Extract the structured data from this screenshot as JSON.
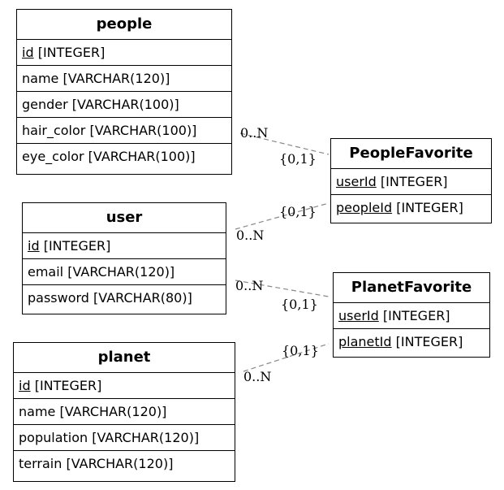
{
  "entities": {
    "people": {
      "title": "people",
      "attributes": [
        {
          "name": "id",
          "type": " [INTEGER]",
          "pk": true
        },
        {
          "name": "name",
          "type": " [VARCHAR(120)]",
          "pk": false
        },
        {
          "name": "gender",
          "type": " [VARCHAR(100)]",
          "pk": false
        },
        {
          "name": "hair_color",
          "type": " [VARCHAR(100)]",
          "pk": false
        },
        {
          "name": "eye_color",
          "type": " [VARCHAR(100)]",
          "pk": false
        }
      ]
    },
    "user": {
      "title": "user",
      "attributes": [
        {
          "name": "id",
          "type": " [INTEGER]",
          "pk": true
        },
        {
          "name": "email",
          "type": " [VARCHAR(120)]",
          "pk": false
        },
        {
          "name": "password",
          "type": " [VARCHAR(80)]",
          "pk": false
        }
      ]
    },
    "planet": {
      "title": "planet",
      "attributes": [
        {
          "name": "id",
          "type": " [INTEGER]",
          "pk": true
        },
        {
          "name": "name",
          "type": " [VARCHAR(120)]",
          "pk": false
        },
        {
          "name": "population",
          "type": " [VARCHAR(120)]",
          "pk": false
        },
        {
          "name": "terrain",
          "type": " [VARCHAR(120)]",
          "pk": false
        }
      ]
    },
    "people_favorite": {
      "title": "PeopleFavorite",
      "attributes": [
        {
          "name": "userId",
          "type": " [INTEGER]",
          "pk": true
        },
        {
          "name": "peopleId",
          "type": " [INTEGER]",
          "pk": true
        }
      ]
    },
    "planet_favorite": {
      "title": "PlanetFavorite",
      "attributes": [
        {
          "name": "userId",
          "type": " [INTEGER]",
          "pk": true
        },
        {
          "name": "planetId",
          "type": " [INTEGER]",
          "pk": true
        }
      ]
    }
  },
  "relationships": [
    {
      "id": "people-to-peoplefavorite",
      "many": "0..N",
      "one": "{0,1}"
    },
    {
      "id": "user-to-peoplefavorite",
      "many": "0..N",
      "one": "{0,1}"
    },
    {
      "id": "user-to-planetfavorite",
      "many": "0..N",
      "one": "{0,1}"
    },
    {
      "id": "planet-to-planetfavorite",
      "many": "0..N",
      "one": "{0,1}"
    }
  ]
}
